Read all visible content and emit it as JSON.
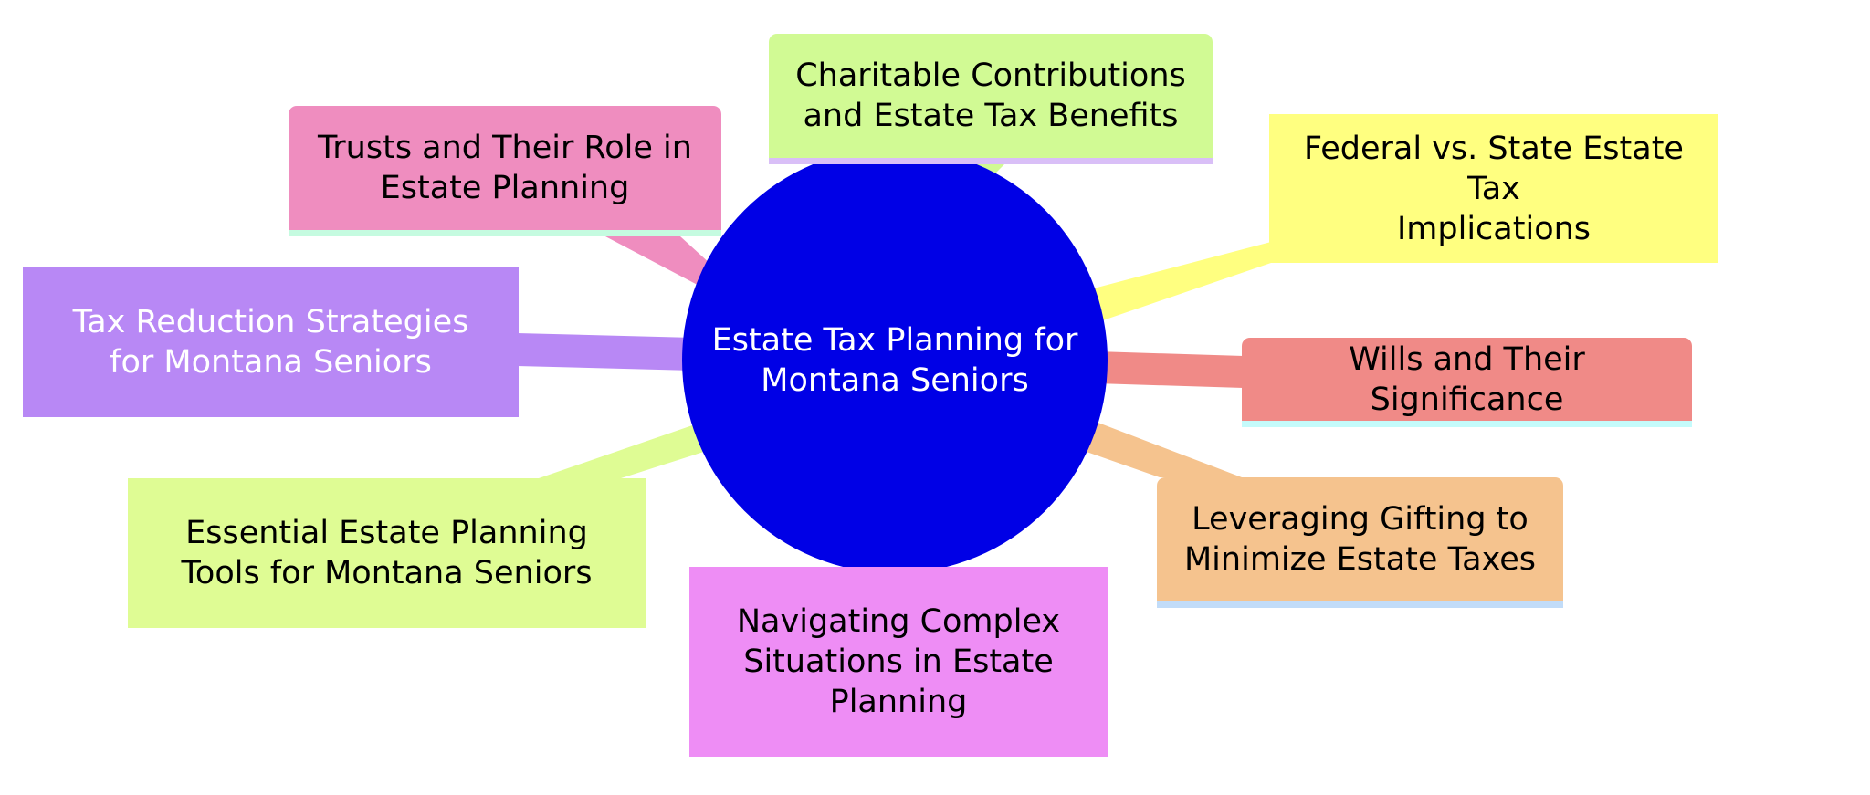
{
  "diagram": {
    "type": "mindmap",
    "root": {
      "label": "Estate Tax Planning for\nMontana Seniors",
      "color": "#0000e6",
      "text_color": "#ffffff"
    },
    "branches": [
      {
        "id": "trusts",
        "label": "Trusts and Their Role in\nEstate Planning",
        "color": "#ef8dbf",
        "stripe_color": "#c5fbe0",
        "text_color": "#000000"
      },
      {
        "id": "charitable",
        "label": "Charitable Contributions\nand Estate Tax Benefits",
        "color": "#d1fa94",
        "stripe_color": "#d9bff7",
        "text_color": "#000000"
      },
      {
        "id": "federal-state",
        "label": "Federal vs. State Estate Tax\nImplications",
        "color": "#ffff80",
        "stripe_color": "",
        "text_color": "#000000"
      },
      {
        "id": "wills",
        "label": "Wills and Their Significance",
        "color": "#f08a87",
        "stripe_color": "#c5fbfb",
        "text_color": "#000000"
      },
      {
        "id": "gifting",
        "label": "Leveraging Gifting to\nMinimize Estate Taxes",
        "color": "#f5c38e",
        "stripe_color": "#c2dcf8",
        "text_color": "#000000"
      },
      {
        "id": "complex",
        "label": "Navigating Complex\nSituations in Estate\nPlanning",
        "color": "#ee8df5",
        "stripe_color": "",
        "text_color": "#000000"
      },
      {
        "id": "essential-tools",
        "label": "Essential Estate Planning\nTools for Montana Seniors",
        "color": "#dffc94",
        "stripe_color": "",
        "text_color": "#000000"
      },
      {
        "id": "tax-reduction",
        "label": "Tax Reduction Strategies\nfor Montana Seniors",
        "color": "#b888f5",
        "stripe_color": "",
        "text_color": "#ffffff"
      }
    ]
  }
}
